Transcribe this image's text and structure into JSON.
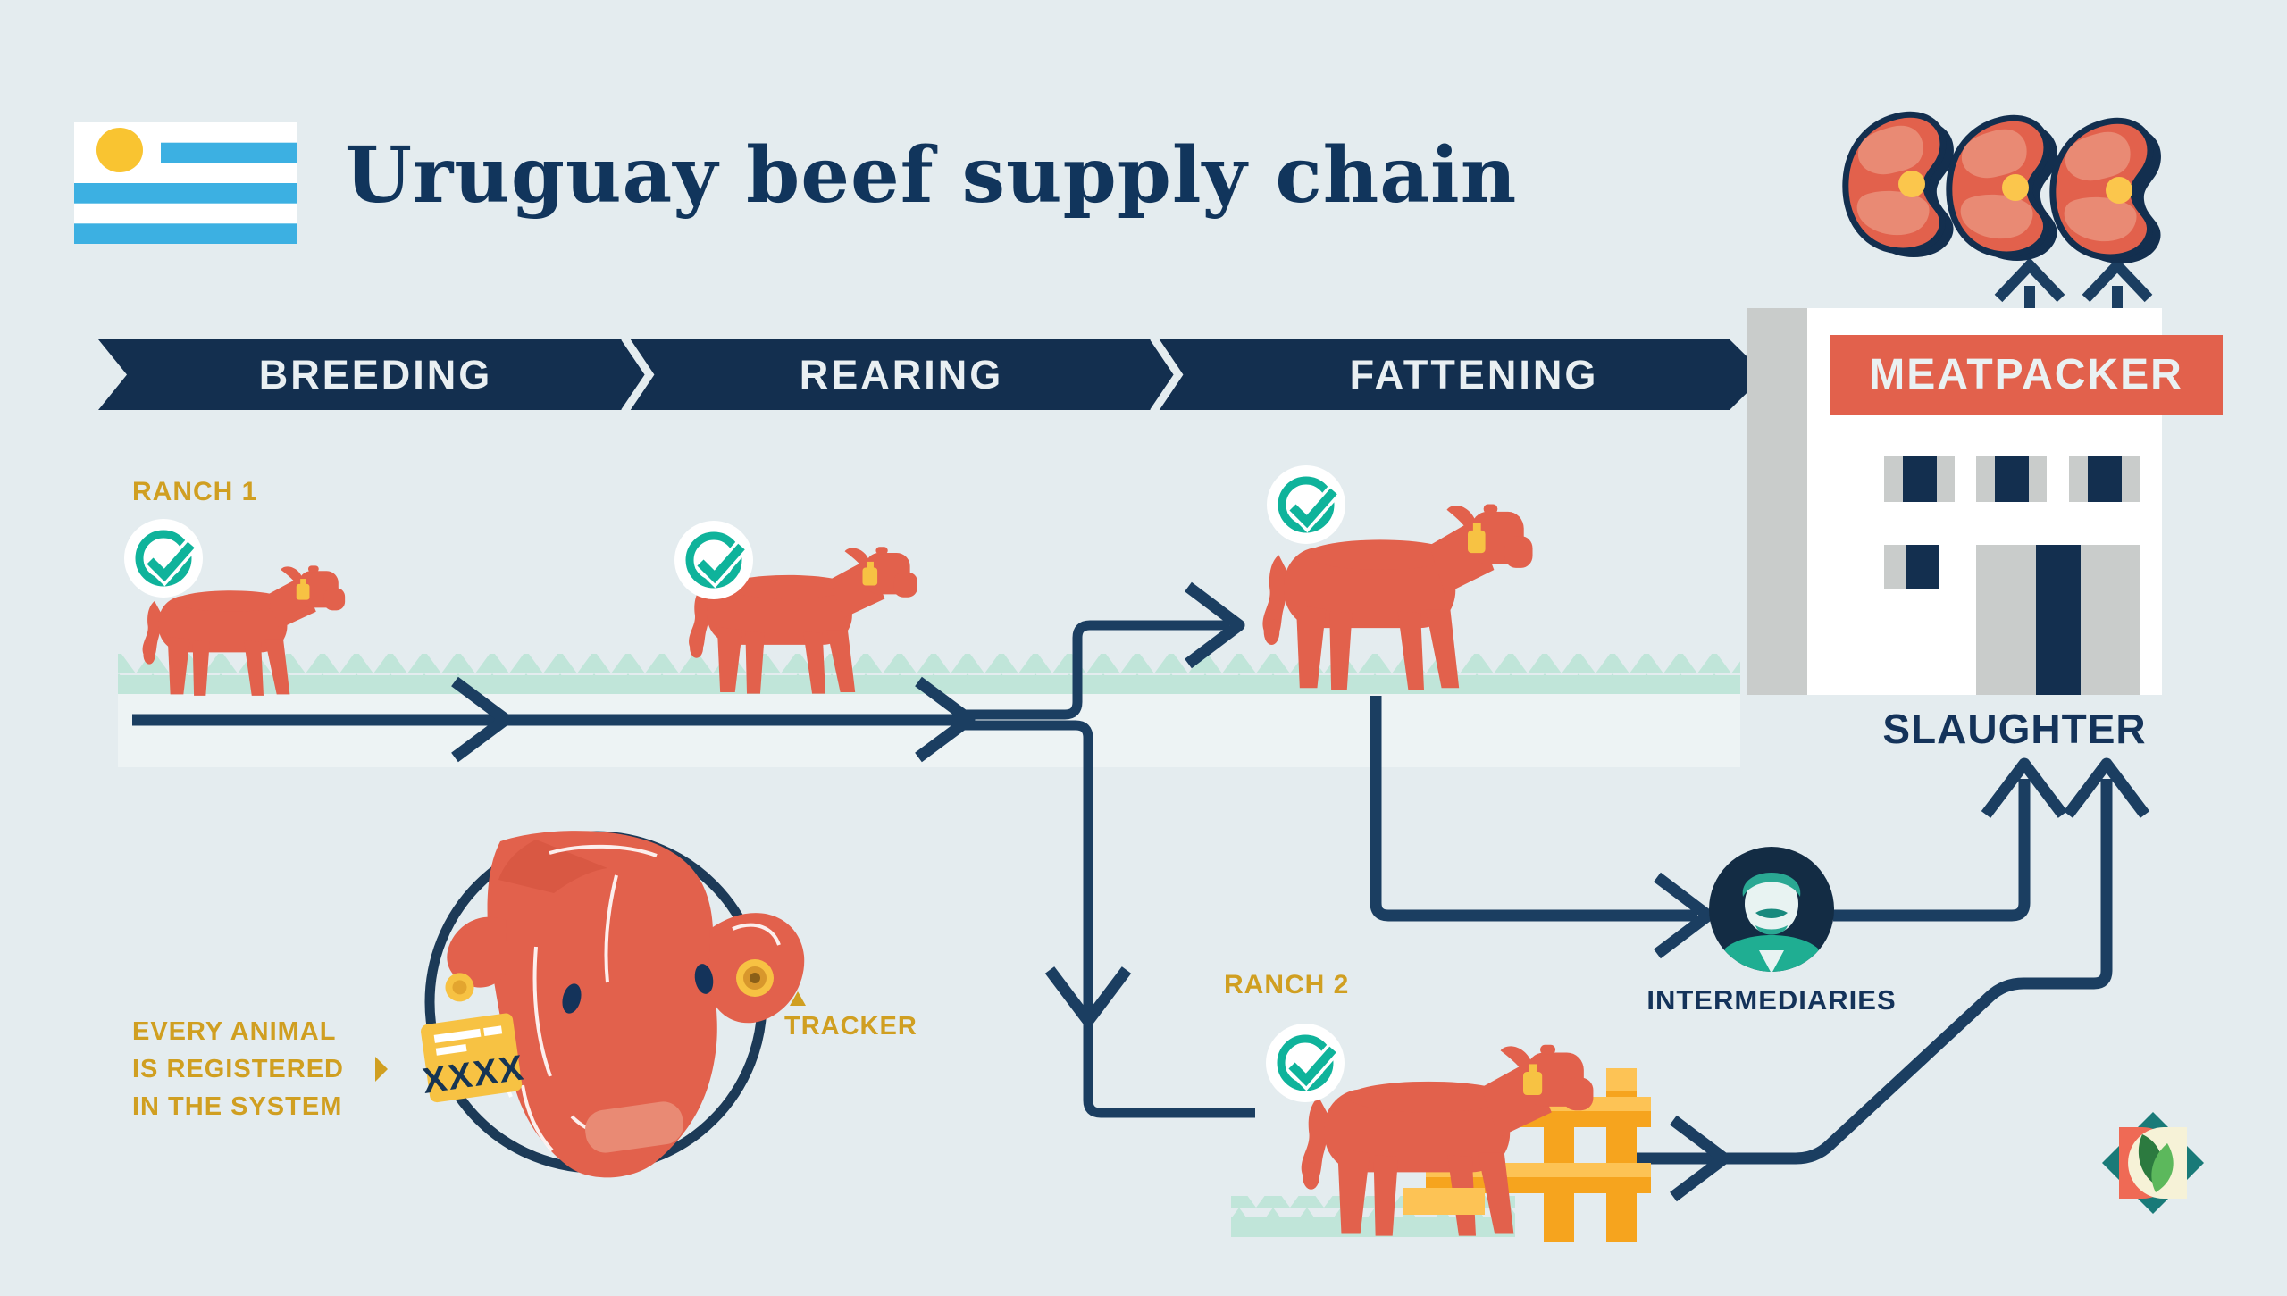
{
  "title": "Uruguay beef supply chain",
  "banner": {
    "stages": [
      {
        "label": "BREEDING"
      },
      {
        "label": "REARING"
      },
      {
        "label": "FATTENING"
      }
    ]
  },
  "meatpacker": {
    "sign": "MEATPACKER",
    "process": "SLAUGHTER"
  },
  "ranch1": {
    "label": "RANCH 1"
  },
  "ranch2": {
    "label": "RANCH 2"
  },
  "intermediaries": {
    "label": "INTERMEDIARIES"
  },
  "registration": {
    "lines": [
      "EVERY ANIMAL",
      "IS REGISTERED",
      "IN THE SYSTEM"
    ],
    "note_joined": "EVERY ANIMAL\nIS REGISTERED\nIN THE SYSTEM"
  },
  "tracker": {
    "label": "TRACKER"
  },
  "ear_tag": {
    "text": "XXXX"
  },
  "icons": [
    "uruguay-flag",
    "verified-check-icon",
    "steak-icon",
    "cow-icon",
    "bull-icon",
    "calf-icon",
    "meatpacker-building",
    "intermediary-avatar-icon",
    "ear-tag-icon",
    "tracker-ring-icon",
    "fence-icon",
    "brand-logo-diamond"
  ],
  "colors": {
    "background": "#e4ecef",
    "navy_dark": "#132f4f",
    "navy_line": "#1b3e61",
    "navy_text": "#14335a",
    "salmon": "#e2614c",
    "salmon_light": "#e98a74",
    "gold_text": "#d09f21",
    "tag_yellow": "#f7c243",
    "fence_amber": "#f6a41e",
    "fence_light": "#fdc355",
    "teal_check": "#0fb39b",
    "mint_grass": "#c0e5d9",
    "flag_blue": "#3cb0e2",
    "sign_orange": "#e2614c",
    "building_gray": "#c9cccb"
  }
}
